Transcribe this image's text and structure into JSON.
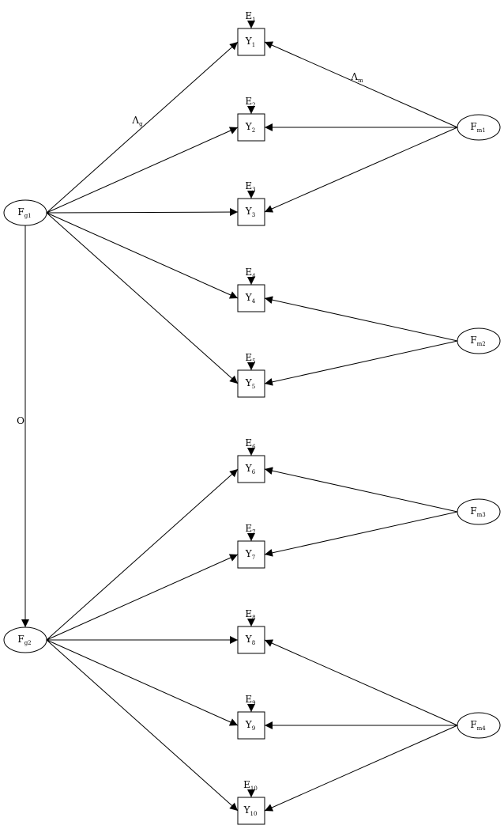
{
  "factors": {
    "general": [
      {
        "id": "Fg1",
        "main": "F",
        "sub": "g1"
      },
      {
        "id": "Fg2",
        "main": "F",
        "sub": "g2"
      }
    ],
    "method": [
      {
        "id": "Fm1",
        "main": "F",
        "sub": "m1"
      },
      {
        "id": "Fm2",
        "main": "F",
        "sub": "m2"
      },
      {
        "id": "Fm3",
        "main": "F",
        "sub": "m3"
      },
      {
        "id": "Fm4",
        "main": "F",
        "sub": "m4"
      }
    ]
  },
  "indicators": [
    {
      "id": "Y1",
      "main": "Y",
      "sub": "1"
    },
    {
      "id": "Y2",
      "main": "Y",
      "sub": "2"
    },
    {
      "id": "Y3",
      "main": "Y",
      "sub": "3"
    },
    {
      "id": "Y4",
      "main": "Y",
      "sub": "4"
    },
    {
      "id": "Y5",
      "main": "Y",
      "sub": "5"
    },
    {
      "id": "Y6",
      "main": "Y",
      "sub": "6"
    },
    {
      "id": "Y7",
      "main": "Y",
      "sub": "7"
    },
    {
      "id": "Y8",
      "main": "Y",
      "sub": "8"
    },
    {
      "id": "Y9",
      "main": "Y",
      "sub": "9"
    },
    {
      "id": "Y10",
      "main": "Y",
      "sub": "10"
    }
  ],
  "errors": [
    {
      "main": "E",
      "sub": "1"
    },
    {
      "main": "E",
      "sub": "2"
    },
    {
      "main": "E",
      "sub": "3"
    },
    {
      "main": "E",
      "sub": "4"
    },
    {
      "main": "E",
      "sub": "5"
    },
    {
      "main": "E",
      "sub": "6"
    },
    {
      "main": "E",
      "sub": "7"
    },
    {
      "main": "E",
      "sub": "8"
    },
    {
      "main": "E",
      "sub": "9"
    },
    {
      "main": "E",
      "sub": "10"
    }
  ],
  "loadings": {
    "general": {
      "main": "Λ",
      "sub": "g"
    },
    "method": {
      "main": "Λ",
      "sub": "m"
    },
    "correlation": "O"
  },
  "edges": {
    "general_to_indicator": [
      [
        "Fg1",
        "Y1"
      ],
      [
        "Fg1",
        "Y2"
      ],
      [
        "Fg1",
        "Y3"
      ],
      [
        "Fg1",
        "Y4"
      ],
      [
        "Fg1",
        "Y5"
      ],
      [
        "Fg2",
        "Y6"
      ],
      [
        "Fg2",
        "Y7"
      ],
      [
        "Fg2",
        "Y8"
      ],
      [
        "Fg2",
        "Y9"
      ],
      [
        "Fg2",
        "Y10"
      ]
    ],
    "method_to_indicator": [
      [
        "Fm1",
        "Y1"
      ],
      [
        "Fm1",
        "Y2"
      ],
      [
        "Fm1",
        "Y3"
      ],
      [
        "Fm2",
        "Y4"
      ],
      [
        "Fm2",
        "Y5"
      ],
      [
        "Fm3",
        "Y6"
      ],
      [
        "Fm3",
        "Y7"
      ],
      [
        "Fm4",
        "Y8"
      ],
      [
        "Fm4",
        "Y9"
      ],
      [
        "Fm4",
        "Y10"
      ]
    ],
    "covariance": [
      [
        "Fg1",
        "Fg2"
      ]
    ]
  }
}
